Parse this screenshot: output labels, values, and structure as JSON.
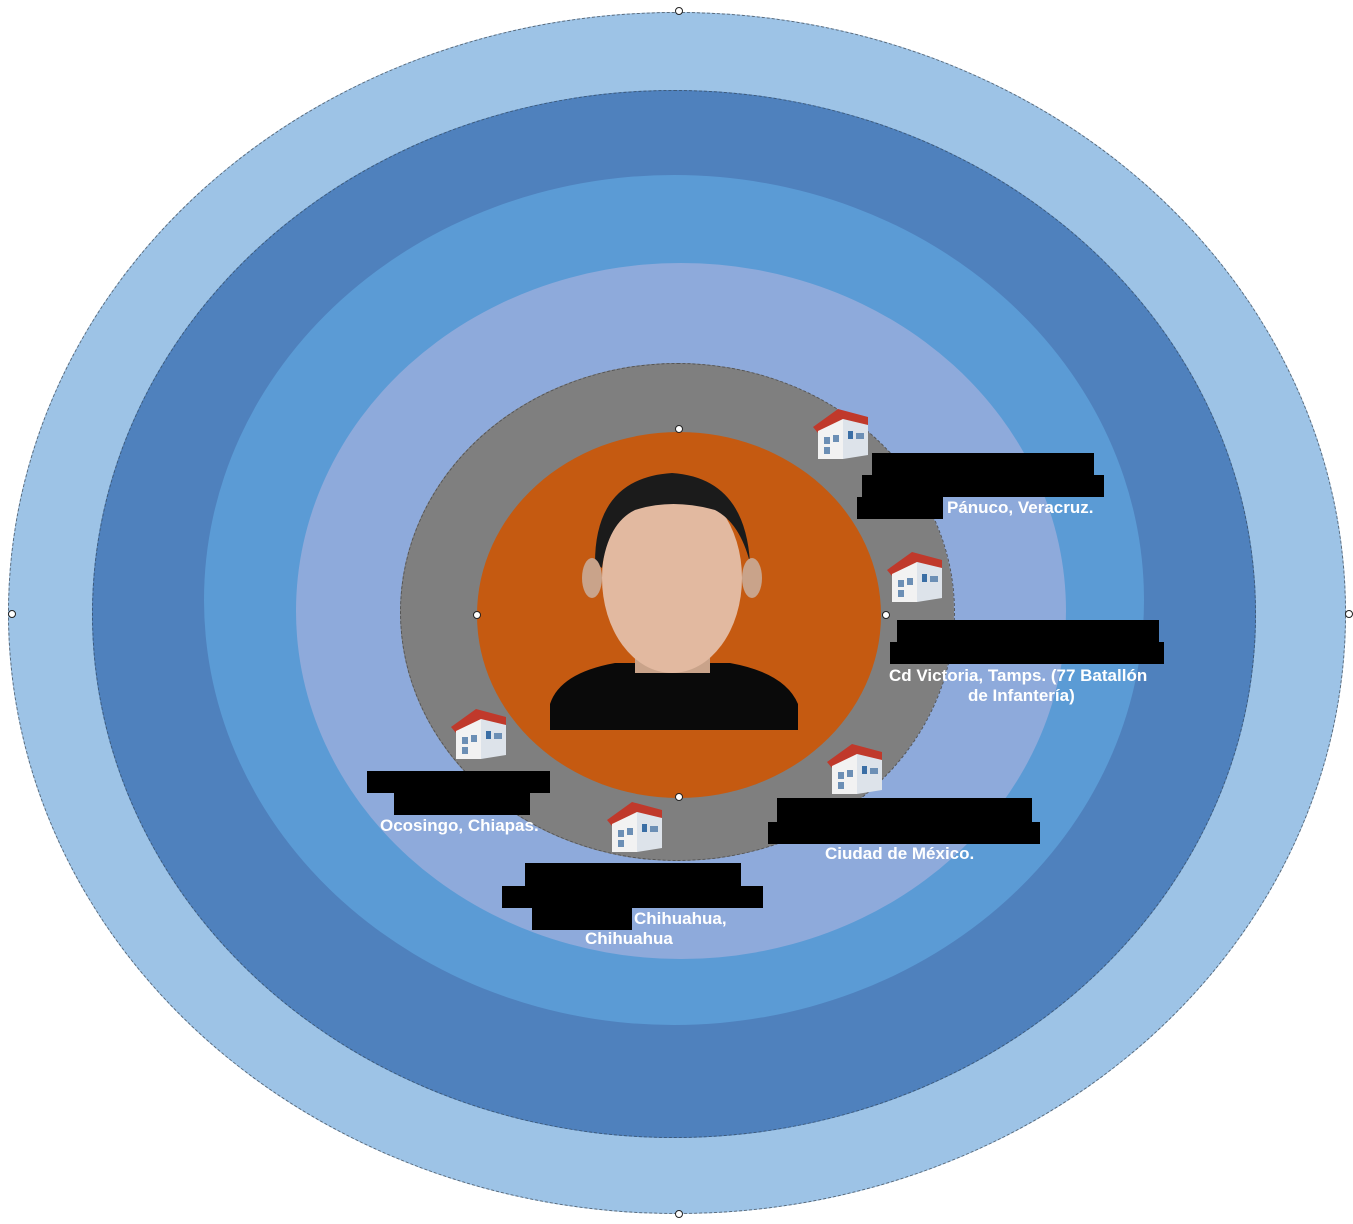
{
  "diagram": {
    "colors": {
      "ring_outer": "#9dc3e6",
      "ring_2": "#4f81bd",
      "ring_3": "#5b9bd5",
      "ring_4": "#8eaadb",
      "ring_5": "#7f7f7f",
      "center": "#c55a11",
      "label_text": "#ffffff",
      "redaction": "#000000"
    },
    "center": {
      "icon": "person-silhouette-icon"
    },
    "locations": [
      {
        "icon": "house-icon",
        "label": "Pánuco, Veracruz."
      },
      {
        "icon": "house-icon",
        "label_line1": "Cd Victoria, Tamps. (77 Batallón",
        "label_line2": "de Infantería)"
      },
      {
        "icon": "house-icon",
        "label": "Ciudad de México."
      },
      {
        "icon": "house-icon",
        "label_line1": "Chihuahua,",
        "label_line2": "Chihuahua"
      },
      {
        "icon": "house-icon",
        "label": "Ocosingo, Chiapas."
      }
    ]
  }
}
